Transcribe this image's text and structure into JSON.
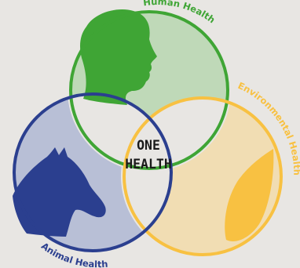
{
  "diagram": {
    "center_label_line1": "ONE",
    "center_label_line2": "HEALTH",
    "circles": [
      {
        "label": "Human Health",
        "color": "#3fa535",
        "fill": "#bfd9b8",
        "icon": "human-head-icon"
      },
      {
        "label": "Environmental Health",
        "color": "#f8c142",
        "fill": "#f1ddb3",
        "icon": "leaf-icon"
      },
      {
        "label": "Animal Health",
        "color": "#2b3f8f",
        "fill": "#b8bfd6",
        "icon": "horse-head-icon"
      }
    ]
  }
}
